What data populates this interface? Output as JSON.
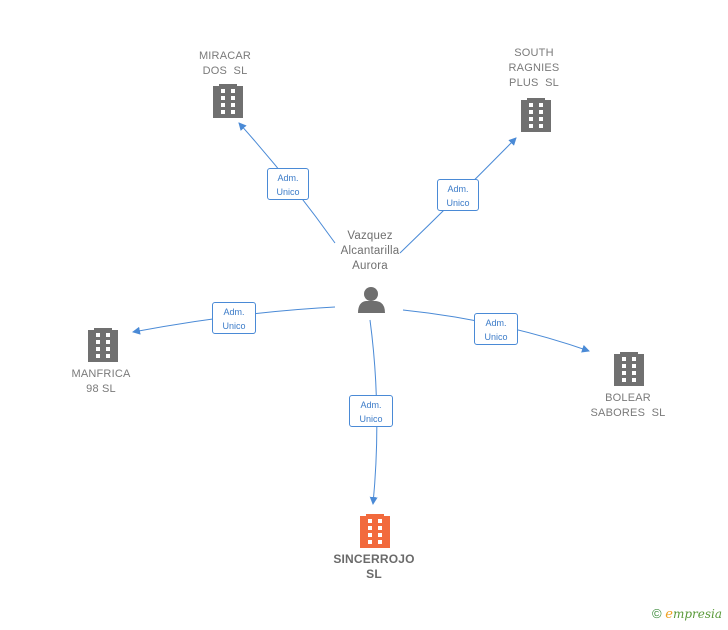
{
  "center": {
    "name": "Vazquez\nAlcantarilla\nAurora",
    "icon": "person-icon",
    "color": "#6f6f6f"
  },
  "companies": {
    "miracar": {
      "name": "MIRACAR\nDOS  SL",
      "icon": "building-icon",
      "color": "#707070"
    },
    "south": {
      "name": "SOUTH\nRAGNIES\nPLUS  SL",
      "icon": "building-icon",
      "color": "#707070"
    },
    "manfrica": {
      "name": "MANFRICA\n98 SL",
      "icon": "building-icon",
      "color": "#707070"
    },
    "bolear": {
      "name": "BOLEAR\nSABORES  SL",
      "icon": "building-icon",
      "color": "#707070"
    },
    "sincerrojo": {
      "name": "SINCERROJO\nSL",
      "icon": "building-icon",
      "color": "#f26a3d"
    }
  },
  "edges": {
    "miracar": {
      "line1": "Adm.",
      "line2": "Unico"
    },
    "south": {
      "line1": "Adm.",
      "line2": "Unico"
    },
    "manfrica": {
      "line1": "Adm.",
      "line2": "Unico"
    },
    "bolear": {
      "line1": "Adm.",
      "line2": "Unico"
    },
    "sincerrojo": {
      "line1": "Adm.",
      "line2": "Unico"
    }
  },
  "edge_color": "#4a8ad6",
  "footer": {
    "copyright": "©",
    "brand_initial": "e",
    "brand_rest": "mpresia"
  }
}
